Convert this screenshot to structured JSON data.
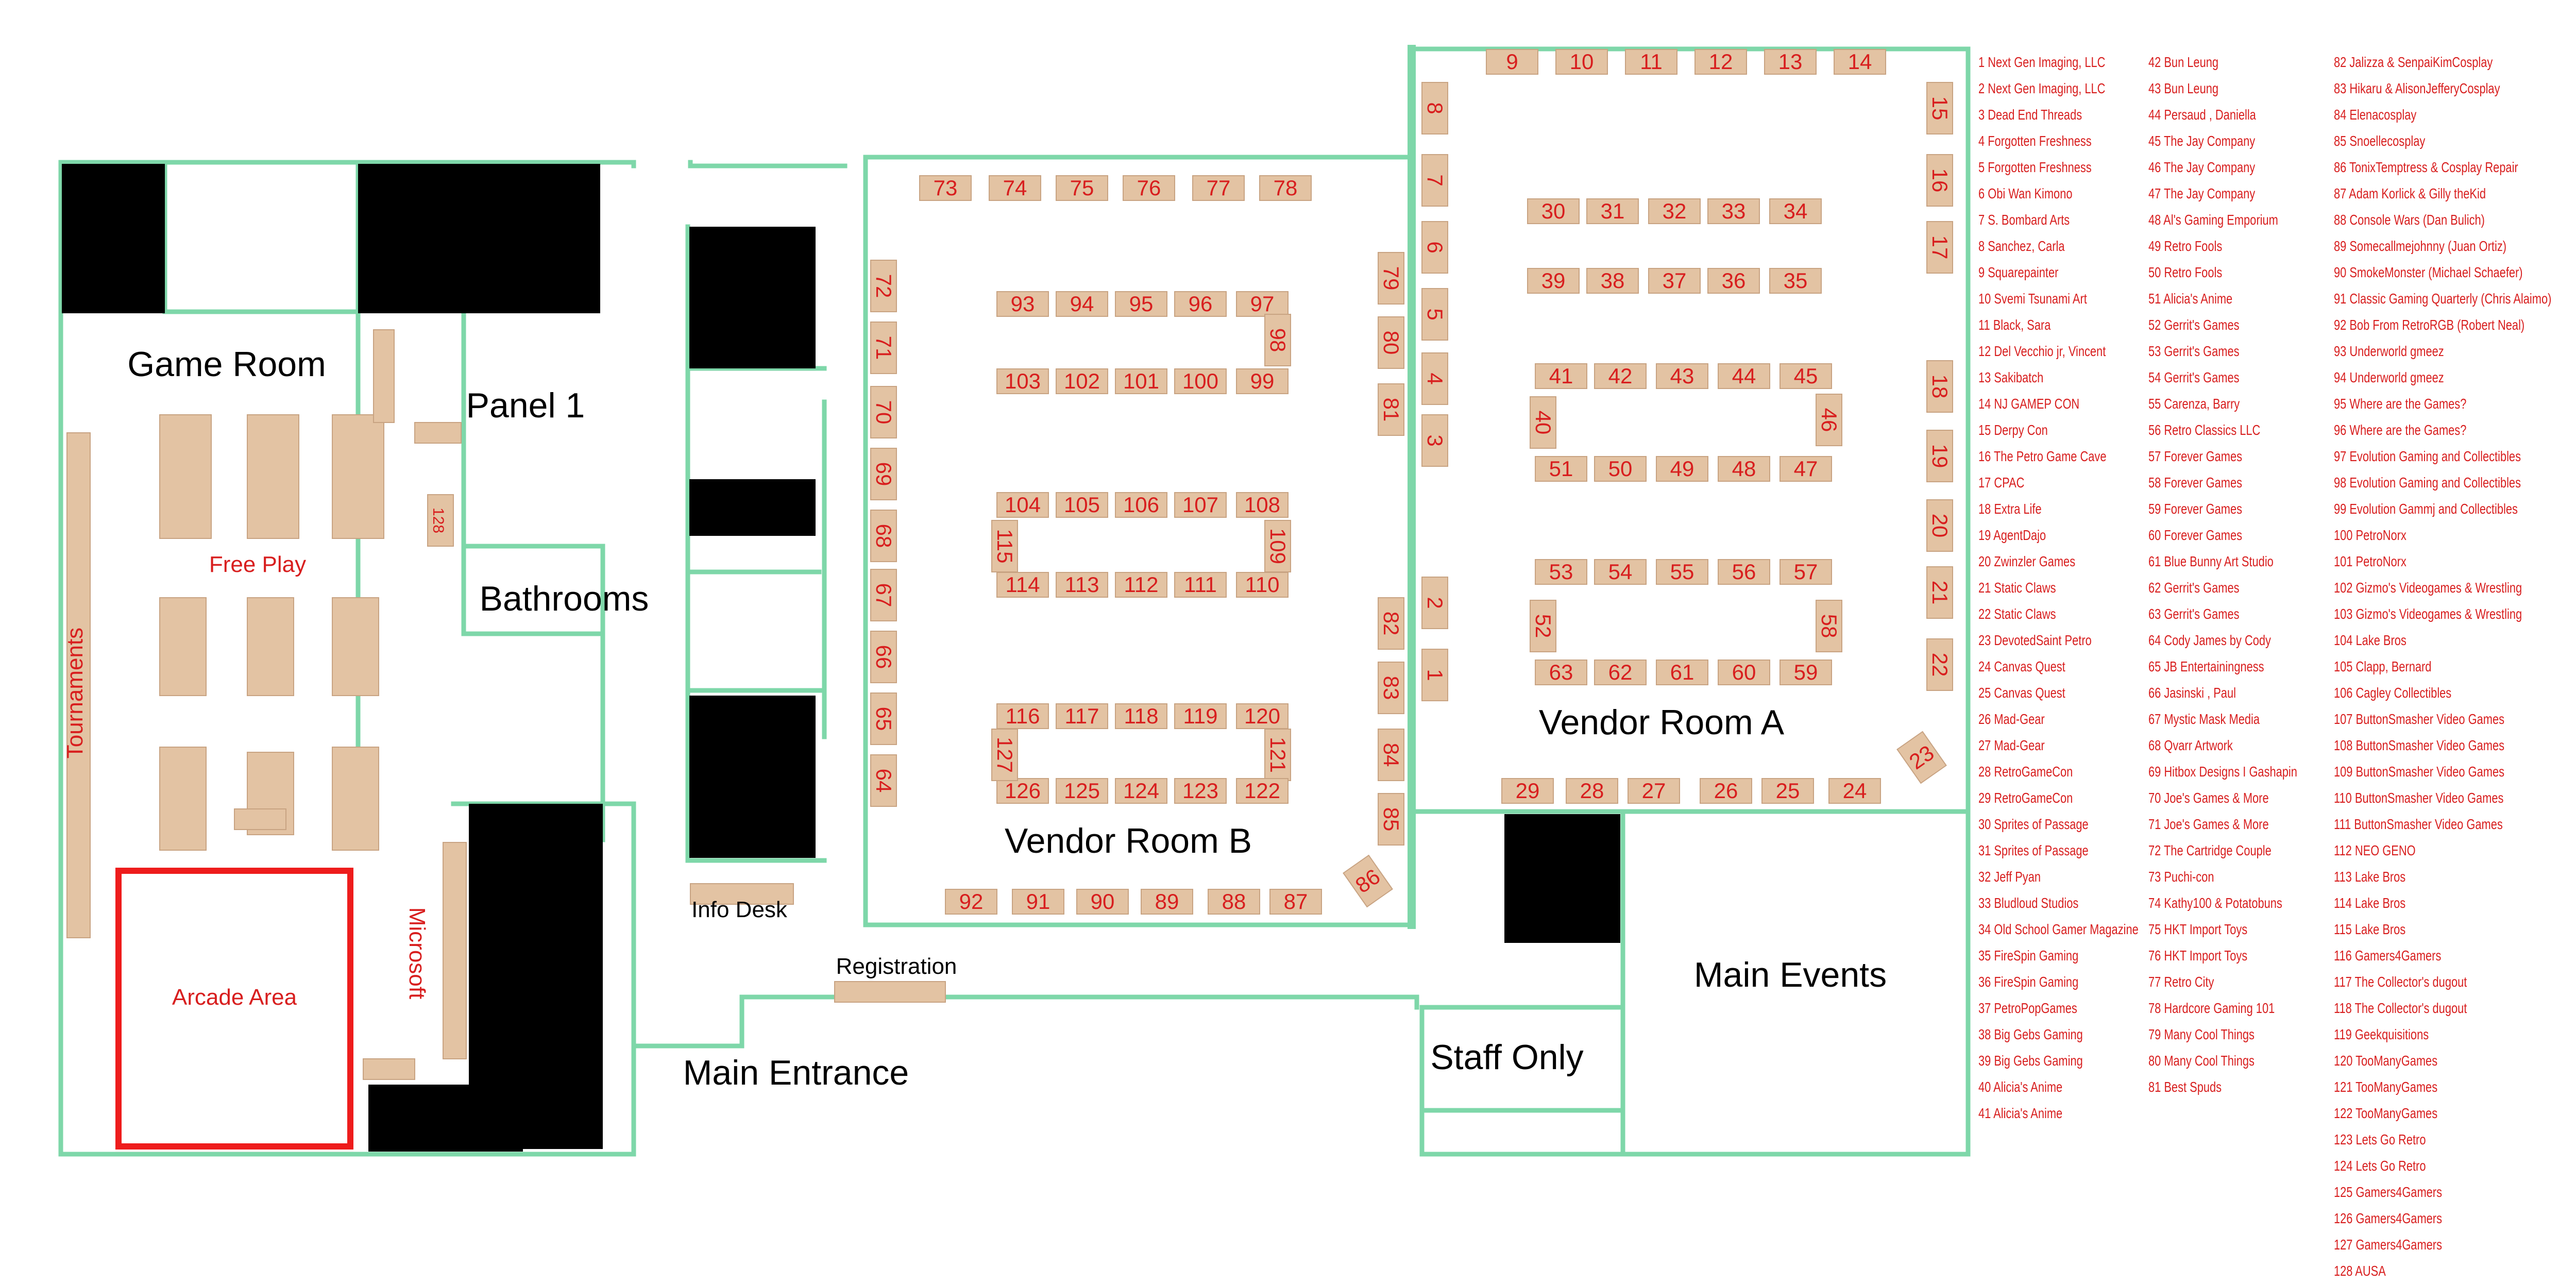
{
  "colors": {
    "wall": "#7ed7a9",
    "booth_fill": "#e3c3a3",
    "booth_border": "#c8a382",
    "booth_text": "#d81e1e",
    "blocked": "#000000",
    "highlight": "#ee1c1c",
    "label": "#000000"
  },
  "rooms": {
    "game_room": "Game Room",
    "panel_1": "Panel 1",
    "bathrooms": "Bathrooms",
    "free_play": "Free Play",
    "tournaments": "Tournaments",
    "arcade_area": "Arcade Area",
    "microsoft": "Microsoft",
    "info_desk": "Info Desk",
    "registration": "Registration",
    "main_entrance": "Main Entrance",
    "vendor_room_b": "Vendor Room B",
    "vendor_room_a": "Vendor Room A",
    "main_events": "Main Events",
    "staff_only": "Staff Only"
  },
  "booth_numbers": [
    "1",
    "2",
    "3",
    "4",
    "5",
    "6",
    "7",
    "8",
    "9",
    "10",
    "11",
    "12",
    "13",
    "14",
    "15",
    "16",
    "17",
    "18",
    "19",
    "20",
    "21",
    "22",
    "23",
    "24",
    "25",
    "26",
    "27",
    "28",
    "29",
    "30",
    "31",
    "32",
    "33",
    "34",
    "35",
    "36",
    "37",
    "38",
    "39",
    "40",
    "41",
    "42",
    "43",
    "44",
    "45",
    "46",
    "47",
    "48",
    "49",
    "50",
    "51",
    "52",
    "53",
    "54",
    "55",
    "56",
    "57",
    "58",
    "59",
    "60",
    "61",
    "62",
    "63",
    "64",
    "65",
    "66",
    "67",
    "68",
    "69",
    "70",
    "71",
    "72",
    "73",
    "74",
    "75",
    "76",
    "77",
    "78",
    "79",
    "80",
    "81",
    "82",
    "83",
    "84",
    "85",
    "86",
    "87",
    "88",
    "89",
    "90",
    "91",
    "92",
    "93",
    "94",
    "95",
    "96",
    "97",
    "98",
    "99",
    "100",
    "101",
    "102",
    "103",
    "104",
    "105",
    "106",
    "107",
    "108",
    "109",
    "110",
    "111",
    "112",
    "113",
    "114",
    "115",
    "116",
    "117",
    "118",
    "119",
    "120",
    "121",
    "122",
    "123",
    "124",
    "125",
    "126",
    "127",
    "128"
  ],
  "legend": {
    "columns": [
      [
        "1 Next Gen Imaging, LLC",
        "2 Next Gen Imaging, LLC",
        "3 Dead End Threads",
        "4 Forgotten Freshness",
        "5 Forgotten Freshness",
        "6 Obi Wan Kimono",
        "7 S. Bombard Arts",
        "8 Sanchez, Carla",
        "9 Squarepainter",
        "10 Svemi Tsunami Art",
        "11 Black, Sara",
        "12 Del Vecchio jr, Vincent",
        "13 Sakibatch",
        "14 NJ GAMEP CON",
        "15 Derpy Con",
        "16 The Petro Game Cave",
        "17 CPAC",
        "18 Extra Life",
        "19 AgentDajo",
        "20 Zwinzler Games",
        "21 Static Claws",
        "22 Static Claws",
        "23 DevotedSaint Petro",
        "24 Canvas Quest",
        "25 Canvas Quest",
        "26 Mad-Gear",
        "27 Mad-Gear",
        "28 RetroGameCon",
        "29 RetroGameCon",
        "30 Sprites of Passage",
        "31 Sprites of Passage",
        "32 Jeff Pyan",
        "33 Bludloud Studios",
        "34 Old School Gamer Magazine",
        "35 FireSpin Gaming",
        "36 FireSpin Gaming",
        "37 PetroPopGames",
        "38 Big Gebs Gaming",
        "39 Big Gebs Gaming",
        "40 Alicia's Anime",
        "41 Alicia's Anime"
      ],
      [
        "42 Bun Leung",
        "43 Bun Leung",
        "44 Persaud , Daniella",
        "45 The Jay Company",
        "46 The Jay Company",
        "47 The Jay Company",
        "48 Al's Gaming Emporium",
        "49 Retro Fools",
        "50 Retro Fools",
        "51 Alicia's Anime",
        "52 Gerrit's Games",
        "53 Gerrit's Games",
        "54 Gerrit's Games",
        "55 Carenza, Barry",
        "56 Retro Classics LLC",
        "57 Forever Games",
        "58 Forever Games",
        "59 Forever Games",
        "60 Forever Games",
        "61 Blue Bunny Art Studio",
        "62 Gerrit's Games",
        "63 Gerrit's Games",
        "64 Cody James by Cody",
        "65 JB Entertainingness",
        "66 Jasinski , Paul",
        "67 Mystic Mask Media",
        "68 Qvarr Artwork",
        "69 Hitbox Designs I Gashapin",
        "70 Joe's Games & More",
        "71 Joe's Games & More",
        "72 The Cartridge Couple",
        "73 Puchi-con",
        "74 Kathy100 & Potatobuns",
        "75 HKT Import Toys",
        "76 HKT Import Toys",
        "77 Retro City",
        "78 Hardcore Gaming 101",
        "79 Many Cool Things",
        "80 Many Cool Things",
        "81 Best Spuds"
      ],
      [
        "82 Jalizza & SenpaiKimCosplay",
        "83 Hikaru & AlisonJefferyCosplay",
        "84 Elenacosplay",
        "85 Snoellecosplay",
        "86 TonixTemptress & Cosplay Repair",
        "87 Adam Korlick & Gilly theKid",
        "88 Console Wars (Dan Bulich)",
        "89 Somecallmejohnny (Juan Ortiz)",
        "90 SmokeMonster (Michael Schaefer)",
        "91 Classic Gaming Quarterly (Chris Alaimo)",
        "92 Bob From RetroRGB (Robert Neal)",
        "93 Underworld gmeez",
        "94 Underworld gmeez",
        "95 Where are the Games?",
        "96 Where are the Games?",
        "97 Evolution Gaming and Collectibles",
        "98 Evolution Gaming and Collectibles",
        "99 Evolution Gammj and Collectibles",
        "100 PetroNorx",
        "101 PetroNorx",
        "102 Gizmo's Videogames & Wrestling",
        "103 Gizmo's Videogames & Wrestling",
        "104 Lake Bros",
        "105 Clapp, Bernard",
        "106 Cagley Collectibles",
        "107 ButtonSmasher Video Games",
        "108 ButtonSmasher Video Games",
        "109 ButtonSmasher Video Games",
        "110 ButtonSmasher Video Games",
        "111 ButtonSmasher Video Games",
        "112 NEO GENO",
        "113 Lake Bros",
        "114 Lake Bros",
        "115 Lake Bros",
        "116 Gamers4Gamers",
        "117 The Collector's dugout",
        "118 The Collector's dugout",
        "119 Geekquisitions",
        "120 TooManyGames",
        "121 TooManyGames",
        "122 TooManyGames",
        "123 Lets Go Retro",
        "124 Lets Go Retro",
        "125 Gamers4Gamers",
        "126 Gamers4Gamers",
        "127 Gamers4Gamers",
        "128 AUSA"
      ]
    ]
  }
}
